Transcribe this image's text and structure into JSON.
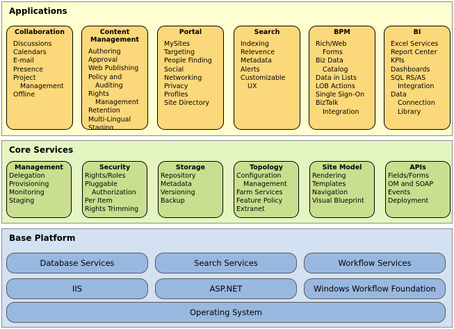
{
  "applications": {
    "title": "Applications",
    "cards": [
      {
        "title": [
          "Collaboration"
        ],
        "items": [
          [
            "Discussions",
            0
          ],
          [
            "Calendars",
            0
          ],
          [
            "E-mail",
            0
          ],
          [
            "Presence",
            0
          ],
          [
            "Project",
            0
          ],
          [
            "Management",
            1
          ],
          [
            "Offline",
            0
          ]
        ]
      },
      {
        "title": [
          "Content",
          "Management"
        ],
        "items": [
          [
            "Authoring",
            0
          ],
          [
            "Approval",
            0
          ],
          [
            "Web Publishing",
            0
          ],
          [
            "Policy and",
            0
          ],
          [
            "Auditing",
            1
          ],
          [
            "Rights",
            0
          ],
          [
            "Management",
            1
          ],
          [
            "Retention",
            0
          ],
          [
            "Multi-Lingual",
            0
          ],
          [
            "Staging",
            0
          ]
        ]
      },
      {
        "title": [
          "Portal"
        ],
        "items": [
          [
            "MySites",
            0
          ],
          [
            "Targeting",
            0
          ],
          [
            "People Finding",
            0
          ],
          [
            "Social",
            0
          ],
          [
            "Networking",
            0
          ],
          [
            "Privacy",
            0
          ],
          [
            "Profiles",
            0
          ],
          [
            "Site Directory",
            0
          ]
        ]
      },
      {
        "title": [
          "Search"
        ],
        "items": [
          [
            "Indexing",
            0
          ],
          [
            "Relevence",
            0
          ],
          [
            "Metadata",
            0
          ],
          [
            "Alerts",
            0
          ],
          [
            "Customizable",
            0
          ],
          [
            "UX",
            1
          ]
        ]
      },
      {
        "title": [
          "BPM"
        ],
        "items": [
          [
            "Rich/Web",
            0
          ],
          [
            "Forms",
            1
          ],
          [
            "Biz Data",
            0
          ],
          [
            "Catalog",
            1
          ],
          [
            "Data in Lists",
            0
          ],
          [
            "LOB Actions",
            0
          ],
          [
            "Single Sign-On",
            0
          ],
          [
            "BizTalk",
            0
          ],
          [
            "Integration",
            1
          ]
        ]
      },
      {
        "title": [
          "BI"
        ],
        "items": [
          [
            "Excel Services",
            0
          ],
          [
            "Report Center",
            0
          ],
          [
            "KPIs",
            0
          ],
          [
            "Dashboards",
            0
          ],
          [
            "SQL RS/AS",
            0
          ],
          [
            "Integration",
            1
          ],
          [
            "Data",
            0
          ],
          [
            "Connection",
            1
          ],
          [
            "Library",
            1
          ]
        ]
      }
    ]
  },
  "core_services": {
    "title": "Core Services",
    "cards": [
      {
        "title": [
          "Management"
        ],
        "items": [
          [
            "Delegation",
            0
          ],
          [
            "Provisioning",
            0
          ],
          [
            "Monitoring",
            0
          ],
          [
            "Staging",
            0
          ]
        ]
      },
      {
        "title": [
          "Security"
        ],
        "items": [
          [
            "Rights/Roles",
            0
          ],
          [
            "Pluggable",
            0
          ],
          [
            "Authorization",
            1
          ],
          [
            "Per Item",
            0
          ],
          [
            "Rights Trimming",
            0
          ]
        ]
      },
      {
        "title": [
          "Storage"
        ],
        "items": [
          [
            "Repository",
            0
          ],
          [
            "Metadata",
            0
          ],
          [
            "Versioning",
            0
          ],
          [
            "Backup",
            0
          ]
        ]
      },
      {
        "title": [
          "Topology"
        ],
        "items": [
          [
            "Configuration",
            0
          ],
          [
            "Management",
            1
          ],
          [
            "Farm Services",
            0
          ],
          [
            "Feature Policy",
            0
          ],
          [
            "Extranet",
            0
          ]
        ]
      },
      {
        "title": [
          "Site Model"
        ],
        "items": [
          [
            "Rendering",
            0
          ],
          [
            "Templates",
            0
          ],
          [
            "Navigation",
            0
          ],
          [
            "Visual Blueprint",
            0
          ]
        ]
      },
      {
        "title": [
          "APIs"
        ],
        "items": [
          [
            "Fields/Forms",
            0
          ],
          [
            "OM and SOAP",
            0
          ],
          [
            "Events",
            0
          ],
          [
            "Deployment",
            0
          ]
        ]
      }
    ]
  },
  "base_platform": {
    "title": "Base Platform",
    "rows": [
      [
        "Database Services",
        "Search Services",
        "Workflow Services"
      ],
      [
        "IIS",
        "ASP.NET",
        "Windows Workflow Foundation"
      ],
      [
        "Operating System"
      ]
    ]
  }
}
